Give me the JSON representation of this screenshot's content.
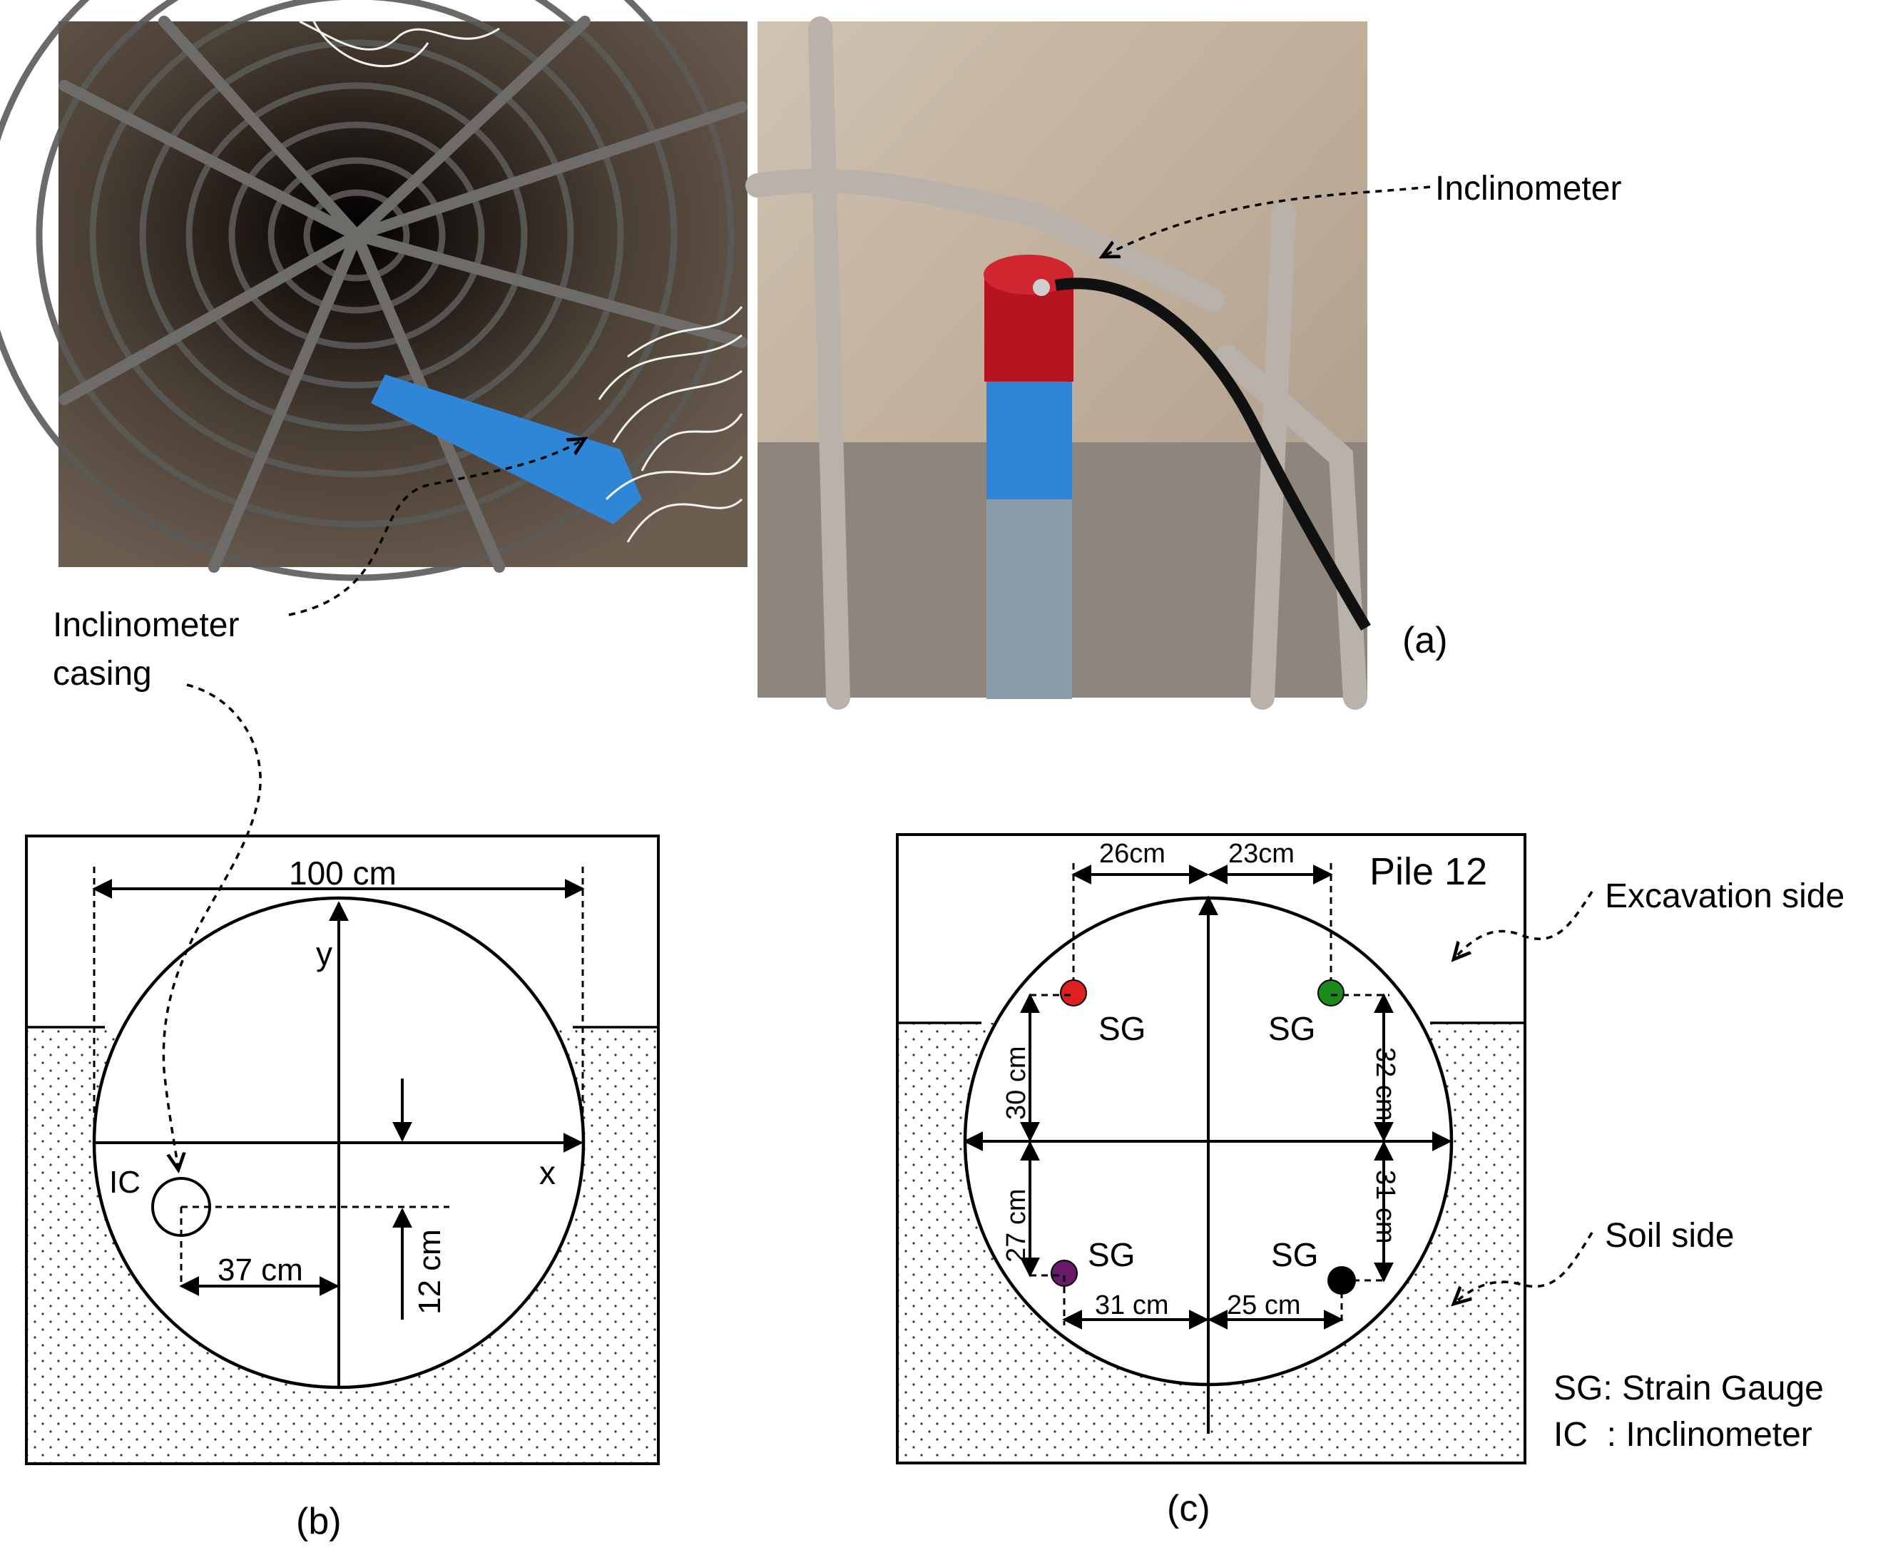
{
  "callouts": {
    "inclinometer": "Inclinometer",
    "casing_line1": "Inclinometer",
    "casing_line2": "casing",
    "excavation_side": "Excavation side",
    "soil_side": "Soil side"
  },
  "panel_labels": {
    "a": "(a)",
    "b": "(b)",
    "c": "(c)"
  },
  "panel_b": {
    "width_label": "100 cm",
    "y_axis": "y",
    "x_axis": "x",
    "ic_label": "IC",
    "dx_label": "37 cm",
    "dy_label": "12 cm"
  },
  "panel_c": {
    "title": "Pile 12",
    "top_left_dim": "26cm",
    "top_right_dim": "23cm",
    "bottom_left_dim": "31 cm",
    "bottom_right_dim": "25 cm",
    "left_upper_dim": "30 cm",
    "left_lower_dim": "27 cm",
    "right_upper_dim": "32 cm",
    "right_lower_dim": "31 cm",
    "gauge_label": "SG",
    "legend_sg": "SG: Strain Gauge",
    "legend_ic": "IC  : Inclinometer"
  },
  "colors": {
    "gauge_top_left": "#e02020",
    "gauge_top_right": "#1a8a1a",
    "gauge_bottom_left": "#6a1a6a",
    "gauge_bottom_right": "#000000",
    "casing_blue": "#2f86d6",
    "inclinometer_red": "#b5141e"
  }
}
